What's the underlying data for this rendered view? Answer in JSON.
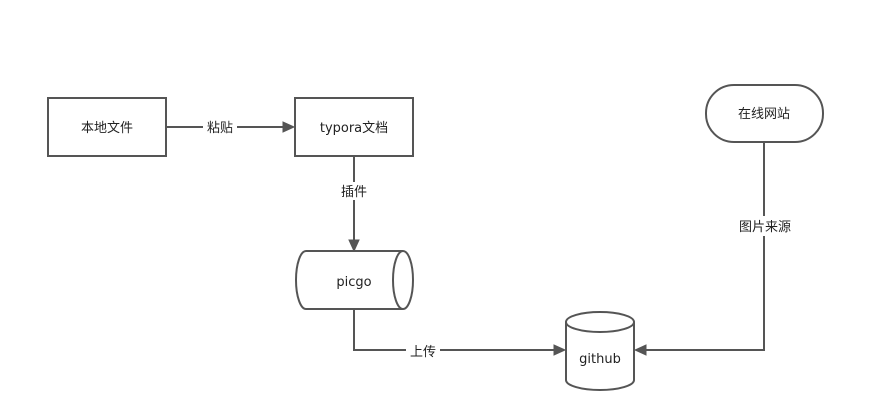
{
  "diagram": {
    "nodes": {
      "local_files": "本地文件",
      "typora_doc": "typora文档",
      "picgo": "picgo",
      "github": "github",
      "online_site": "在线网站"
    },
    "edges": {
      "paste": "粘贴",
      "plugin": "插件",
      "upload": "上传",
      "image_source": "图片来源"
    }
  }
}
